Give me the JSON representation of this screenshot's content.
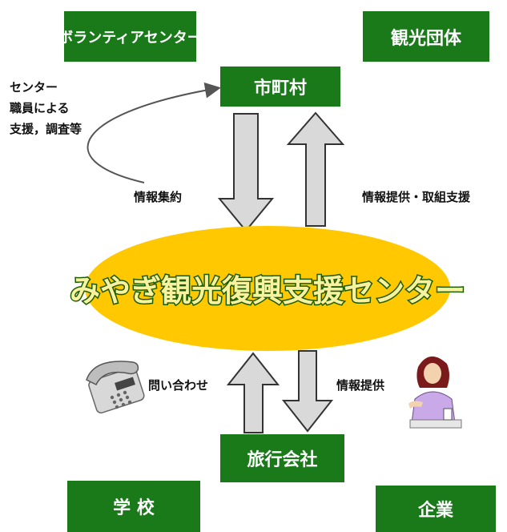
{
  "boxes": {
    "volunteer_center": "ボランティアセンター",
    "tourism_groups": "観光団体",
    "municipalities": "市町村",
    "travel_agency": "旅行会社",
    "school": "学 校",
    "company": "企業"
  },
  "center_label": "みやぎ観光復興支援センター",
  "side_note": [
    "センター",
    "職員による",
    "支援，調査等"
  ],
  "arrow_labels": {
    "info_collection": "情報集約",
    "info_support": "情報提供・取組支援",
    "inquiry": "問い合わせ",
    "info_provision": "情報提供"
  },
  "colors": {
    "box_green": "#1a7a1a",
    "ellipse_yellow": "#ffc800",
    "center_text_fill": "#f7f1a0",
    "center_text_outline": "#1a5a00",
    "arrow_fill": "#d9d9d9"
  },
  "icons": [
    "telephone-icon",
    "receptionist-icon"
  ]
}
